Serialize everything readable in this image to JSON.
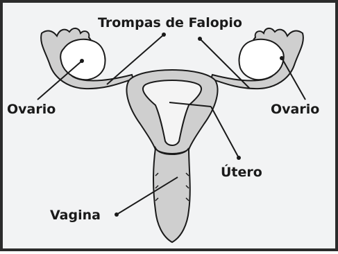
{
  "labels": {
    "fallopian_tubes": "Trompas de Falopio",
    "ovary_left": "Ovario",
    "ovary_right": "Ovario",
    "uterus": "Útero",
    "vagina": "Vagina"
  },
  "colors": {
    "background": "#f2f3f4",
    "frame": "#2b2b2b",
    "tissue": "#cfcfcf",
    "ovary": "#ffffff",
    "lumen": "#f4f4f4",
    "outline": "#1a1a1a"
  }
}
